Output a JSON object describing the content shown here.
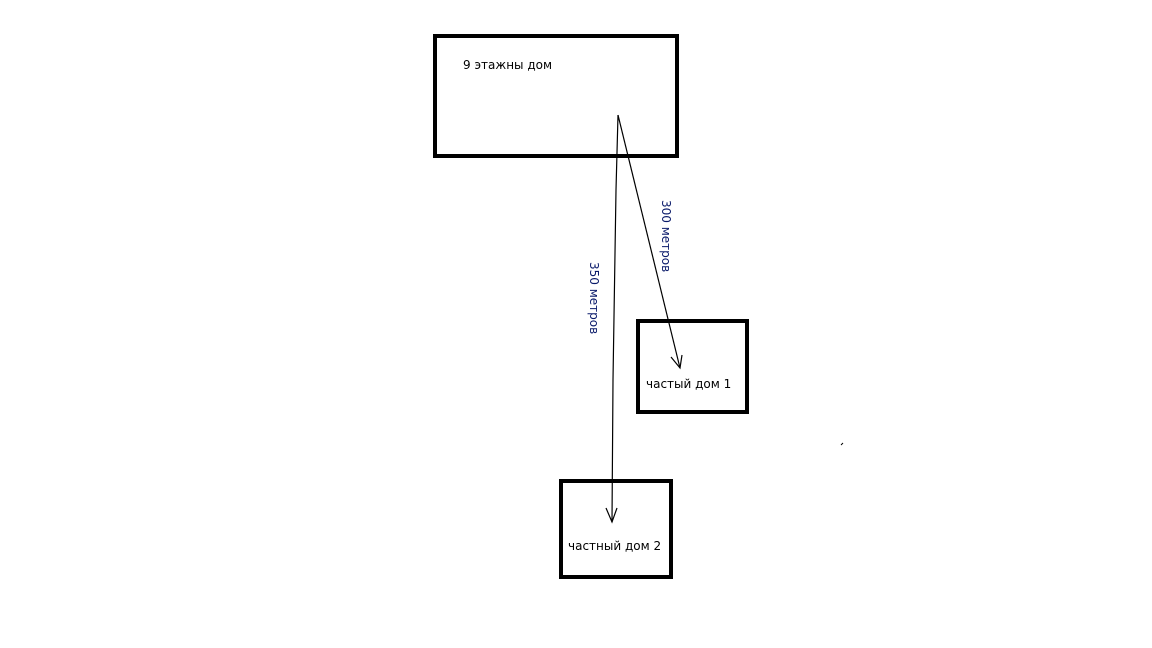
{
  "buildings": {
    "tower": {
      "label": "9 этажны дом"
    },
    "house1": {
      "label": "частый дом 1"
    },
    "house2": {
      "label": "частный дом 2"
    }
  },
  "distances": {
    "to_house1": "300 метров",
    "to_house2": "350 метров"
  }
}
